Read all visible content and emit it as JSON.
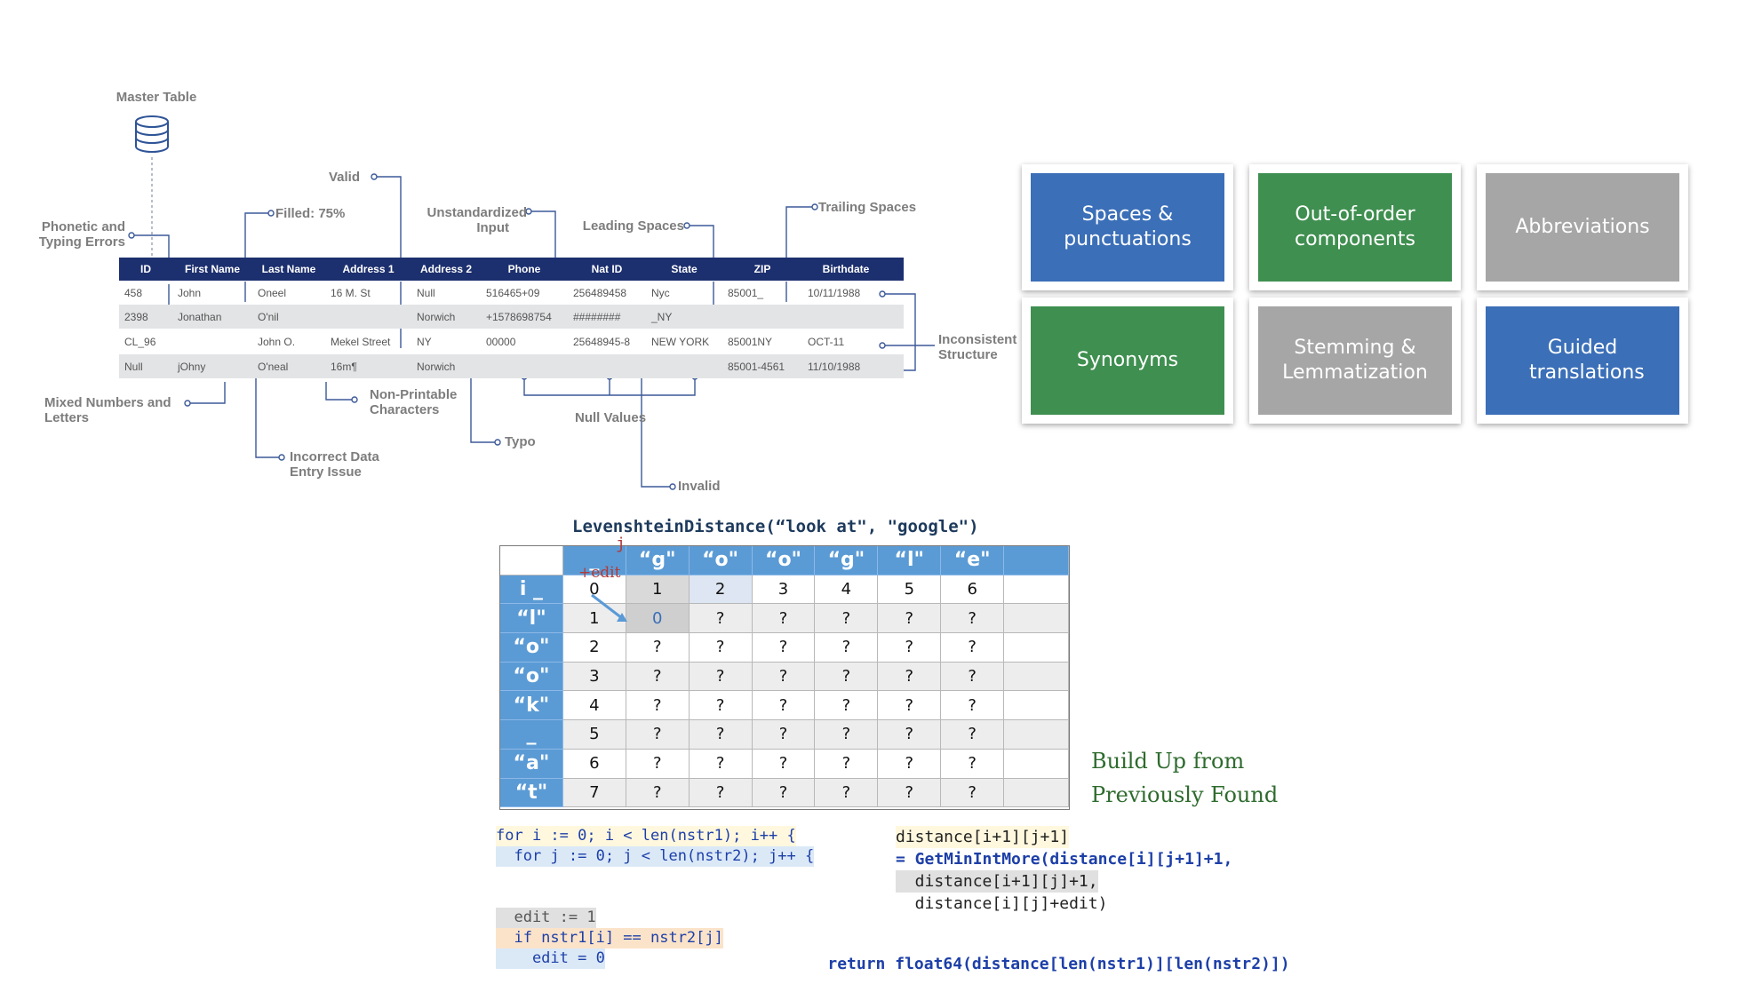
{
  "master_table": {
    "title": "Master Table",
    "annotations": {
      "valid": "Valid",
      "filled": "Filled: 75%",
      "unstandardized_1": "Unstandardized",
      "unstandardized_2": "Input",
      "leading_spaces": "Leading Spaces",
      "trailing_spaces": "Trailing Spaces",
      "phonetic_1": "Phonetic and",
      "phonetic_2": "Typing Errors",
      "inconsistent_1": "Inconsistent",
      "inconsistent_2": "Structure",
      "mixed_1": "Mixed Numbers and",
      "mixed_2": "Letters",
      "nonprint_1": "Non-Printable",
      "nonprint_2": "Characters",
      "null_values": "Null Values",
      "typo": "Typo",
      "incorrect_1": "Incorrect Data",
      "incorrect_2": "Entry Issue",
      "invalid": "Invalid"
    },
    "columns": [
      "ID",
      "First Name",
      "Last Name",
      "Address 1",
      "Address 2",
      "Phone",
      "Nat ID",
      "State",
      "ZIP",
      "Birthdate"
    ],
    "rows": [
      [
        "458",
        "John",
        "Oneel",
        "16 M. St",
        "Null",
        "516465+09",
        "256489458",
        "Nyc",
        "85001_",
        "10/11/1988"
      ],
      [
        "2398",
        "Jonathan",
        "O'nil",
        "",
        "Norwich",
        "+1578698754",
        "########",
        "_NY",
        "",
        ""
      ],
      [
        "CL_96",
        "",
        "John O.",
        "Mekel Street",
        "NY",
        "00000",
        "25648945-8",
        "NEW YORK",
        "85001NY",
        "OCT-11"
      ],
      [
        "Null",
        "jOhny",
        "O'neal",
        "16m¶",
        "Norwich",
        "",
        "",
        "",
        "85001-4561",
        "11/10/1988"
      ]
    ]
  },
  "categories": [
    {
      "label": "Spaces & punctuations",
      "color": "#3b6fb8"
    },
    {
      "label": "Out-of-order components",
      "color": "#3f8f50"
    },
    {
      "label": "Abbreviations",
      "color": "#a6a6a6"
    },
    {
      "label": "Synonyms",
      "color": "#3f8f50"
    },
    {
      "label": "Stemming & Lemmatization",
      "color": "#a6a6a6"
    },
    {
      "label": "Guided translations",
      "color": "#3b6fb8"
    }
  ],
  "levenshtein": {
    "title": "LevenshteinDistance(“look at\", \"google\")",
    "col_headers": [
      "_",
      "“g\"",
      "“o\"",
      "“o\"",
      "“g\"",
      "“l\"",
      "“e\""
    ],
    "row_headers": [
      "i _",
      "“l\"",
      "“o\"",
      "“o\"",
      "“k\"",
      "_",
      "“a\"",
      "“t\""
    ],
    "rows": [
      [
        "0",
        "1",
        "2",
        "3",
        "4",
        "5",
        "6"
      ],
      [
        "1",
        "0",
        "?",
        "?",
        "?",
        "?",
        "?"
      ],
      [
        "2",
        "?",
        "?",
        "?",
        "?",
        "?",
        "?"
      ],
      [
        "3",
        "?",
        "?",
        "?",
        "?",
        "?",
        "?"
      ],
      [
        "4",
        "?",
        "?",
        "?",
        "?",
        "?",
        "?"
      ],
      [
        "5",
        "?",
        "?",
        "?",
        "?",
        "?",
        "?"
      ],
      [
        "6",
        "?",
        "?",
        "?",
        "?",
        "?",
        "?"
      ],
      [
        "7",
        "?",
        "?",
        "?",
        "?",
        "?",
        "?"
      ]
    ],
    "edit_label": "+edit",
    "j_label": "j",
    "build_up_1": "Build Up from",
    "build_up_2": "Previously Found",
    "code_left": [
      "for i := 0; i < len(nstr1); i++ {",
      "  for j := 0; j < len(nstr2); j++ {",
      "",
      "  edit := 1",
      "  if nstr1[i] == nstr2[j]",
      "    edit = 0"
    ],
    "code_right": [
      "distance[i+1][j+1]",
      "= GetMinIntMore(distance[i][j+1]+1,",
      "  distance[i+1][j]+1,",
      "  distance[i][j]+edit)"
    ],
    "return_kw": "return",
    "return_expr": "float64(distance[len(nstr1)][len(nstr2)])"
  }
}
